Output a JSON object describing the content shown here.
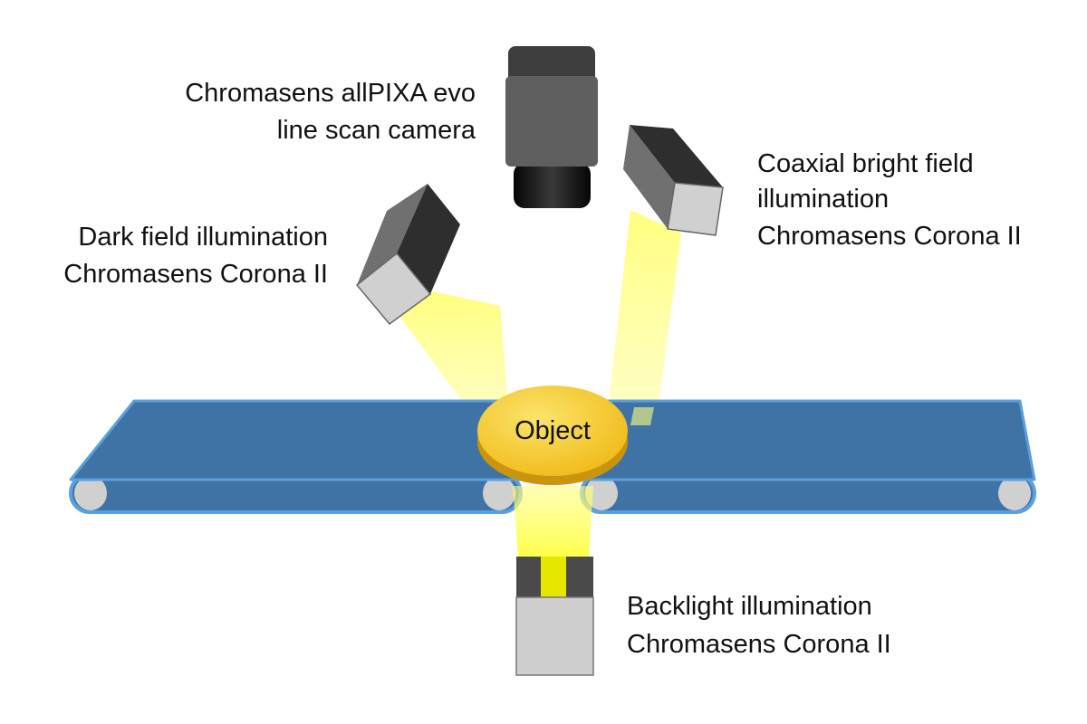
{
  "labels": {
    "camera": [
      "Chromasens allPIXA evo",
      "line scan camera"
    ],
    "dark_field": [
      "Dark field illumination",
      "Chromasens Corona II"
    ],
    "coaxial": [
      "Coaxial bright field",
      "illumination",
      "Chromasens Corona II"
    ],
    "backlight": [
      "Backlight illumination",
      "Chromasens Corona II"
    ],
    "object": "Object"
  },
  "colors": {
    "belt": "#3f73a6",
    "belt_edge": "#5aa0e0",
    "object": "#f5c52a",
    "light_beam": "#ffff80",
    "camera_body": "#5f5f5f",
    "lens": "#111111"
  }
}
